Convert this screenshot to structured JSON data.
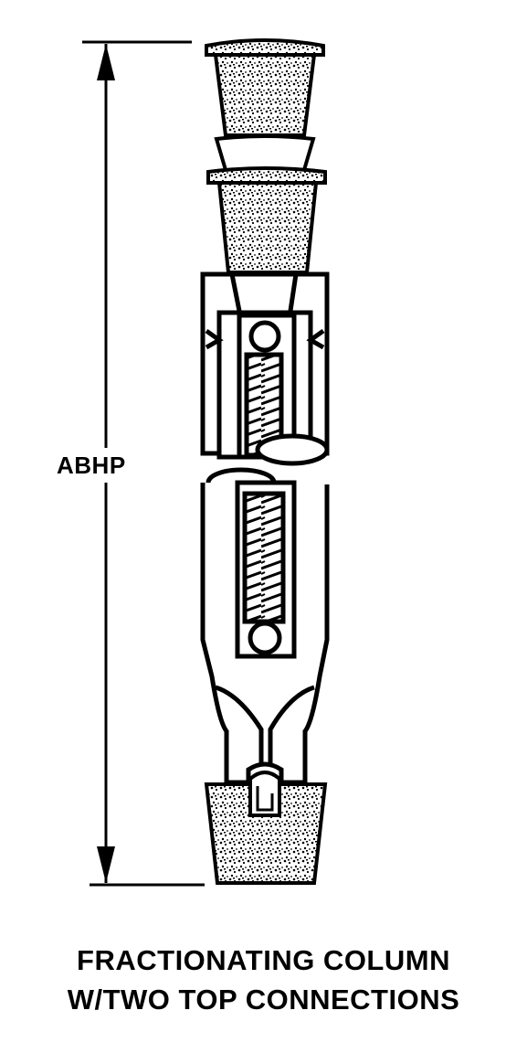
{
  "dimension": {
    "label": "ABHP"
  },
  "caption": {
    "line1": "FRACTIONATING COLUMN",
    "line2": "W/TWO TOP CONNECTIONS"
  },
  "colors": {
    "ink": "#000000",
    "paper": "#ffffff"
  }
}
